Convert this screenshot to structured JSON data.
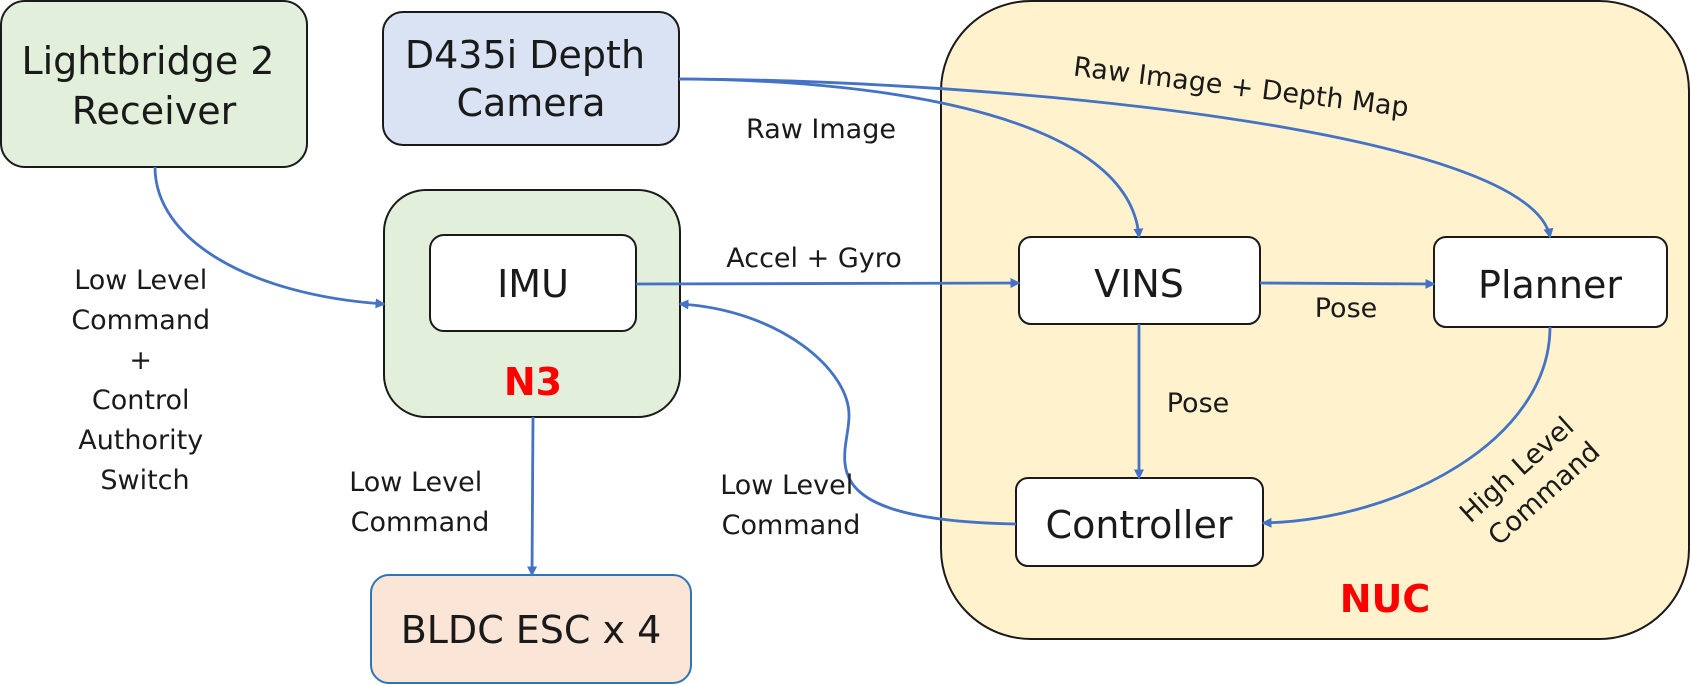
{
  "colors": {
    "edge": "#4472c4",
    "nuc_fill": "#fff2cc",
    "green_fill": "#e2efda",
    "blue_fill": "#dae3f3",
    "orange_fill": "#fbe5d6",
    "orange_border": "#2e75b6",
    "group_label": "#ff0000"
  },
  "groups": {
    "nuc": "NUC",
    "n3": "N3"
  },
  "blocks": {
    "lightbridge": [
      "Lightbridge 2",
      "Receiver"
    ],
    "camera": [
      "D435i Depth",
      "Camera"
    ],
    "imu": "IMU",
    "esc": "BLDC ESC x 4",
    "vins": "VINS",
    "planner": "Planner",
    "controller": "Controller"
  },
  "edges": {
    "raw_image": "Raw Image",
    "raw_image_depth": "Raw Image + Depth Map",
    "accel_gyro": "Accel + Gyro",
    "pose_to_planner": "Pose",
    "pose_to_controller": "Pose",
    "high_level_command": [
      "High Level",
      "Command"
    ],
    "low_level_command_ctrl": [
      "Low Level",
      "Command"
    ],
    "low_level_command_esc": [
      "Low Level",
      "Command"
    ],
    "lightbridge_cmd": [
      "Low Level",
      "Command",
      "+",
      "Control",
      "Authority",
      "Switch"
    ]
  }
}
